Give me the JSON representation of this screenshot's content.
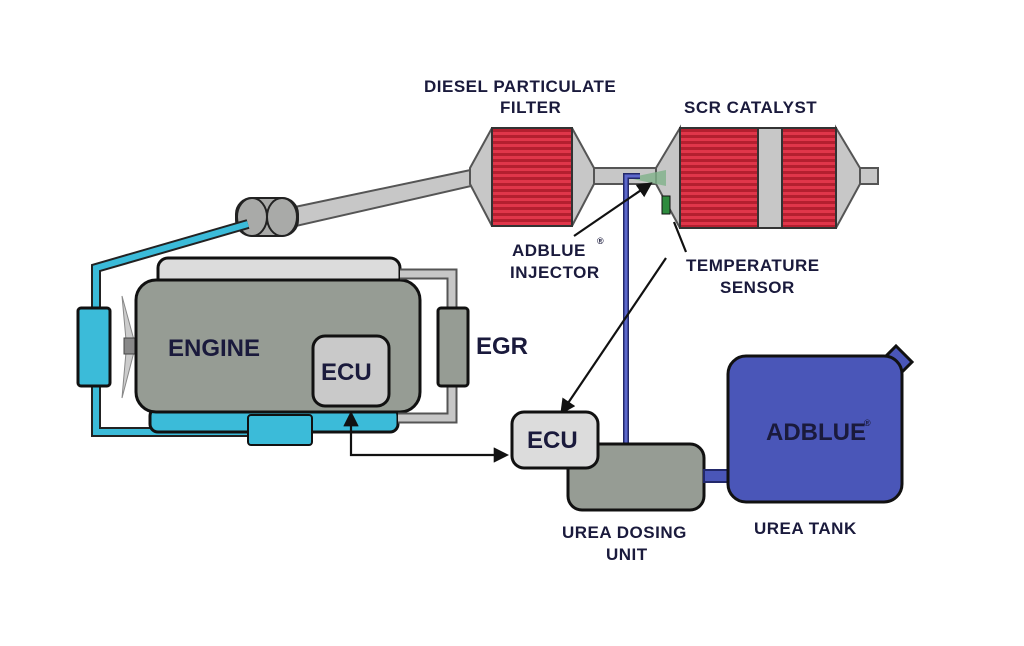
{
  "labels": {
    "dpf_line1": "DIESEL PARTICULATE",
    "dpf_line2": "FILTER",
    "scr": "SCR CATALYST",
    "injector_line1": "ADBLUE",
    "injector_line2": "INJECTOR",
    "temp_line1": "TEMPERATURE",
    "temp_line2": "SENSOR",
    "engine": "ENGINE",
    "engine_ecu": "ECU",
    "egr": "EGR",
    "dosing_ecu": "ECU",
    "dosing_line1": "UREA DOSING",
    "dosing_line2": "UNIT",
    "tank_name": "ADBLUE",
    "tank_label": "UREA TANK",
    "registered": "®"
  },
  "colors": {
    "engine_gray": "#969c94",
    "pipe_gray": "#c7c7c7",
    "coolant_cyan": "#3bbbd9",
    "urea_blue": "#4a56b8",
    "filter_red": "#c8283a",
    "sensor_green": "#2e8b3e",
    "outline": "#111111",
    "text_navy": "#1a1a3c"
  }
}
